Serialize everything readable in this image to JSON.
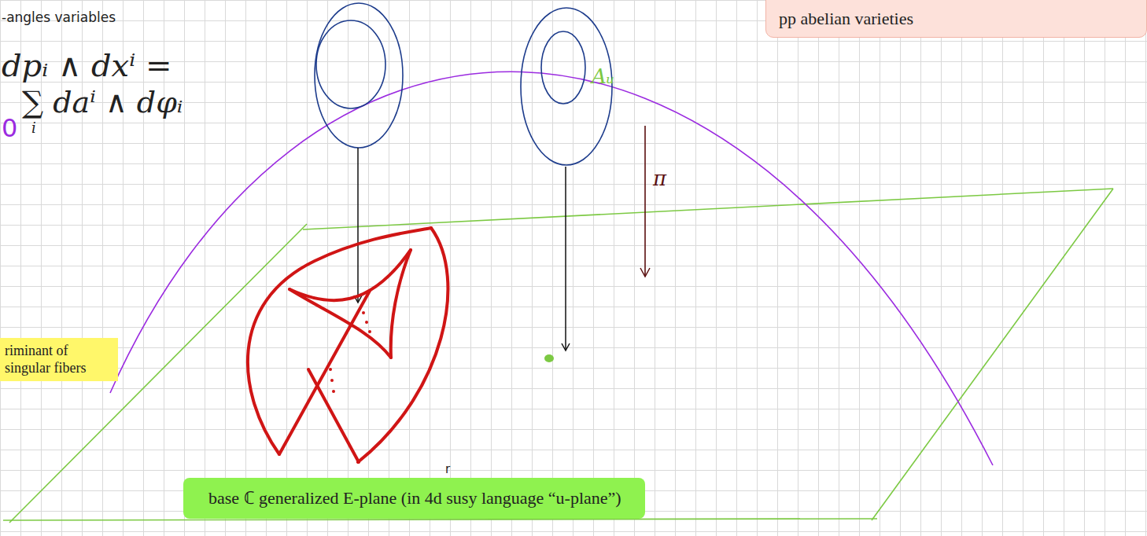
{
  "diagram": {
    "nodes": [
      {
        "text": [
          "pp abelian varieties"
        ]
      },
      {
        "text": [
          "riminant of singular fibers"
        ]
      },
      {
        "text": [
          "base ℂ generalized E-plane (in 4d susy language “u-plane”)"
        ]
      }
    ],
    "labels": [
      "-angles variables",
      "dpᵢ ∧ dxⁱ =",
      "∑ daⁱ ∧ dφᵢ",
      "i",
      "0",
      "Aᵤ",
      "π",
      "r"
    ]
  }
}
